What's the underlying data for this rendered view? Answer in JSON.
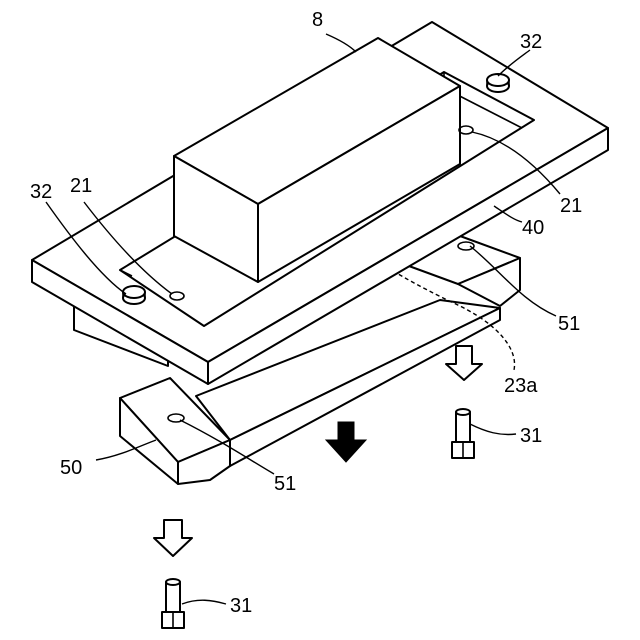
{
  "labels": {
    "component_8": "8",
    "screw_32_upper": "32",
    "screw_32_left": "32",
    "hole_21_left": "21",
    "hole_21_right": "21",
    "plate_40": "40",
    "hole_51_right": "51",
    "hole_51_front": "51",
    "region_23a": "23a",
    "block_50": "50",
    "screw_31_right": "31",
    "screw_31_bottom": "31"
  }
}
